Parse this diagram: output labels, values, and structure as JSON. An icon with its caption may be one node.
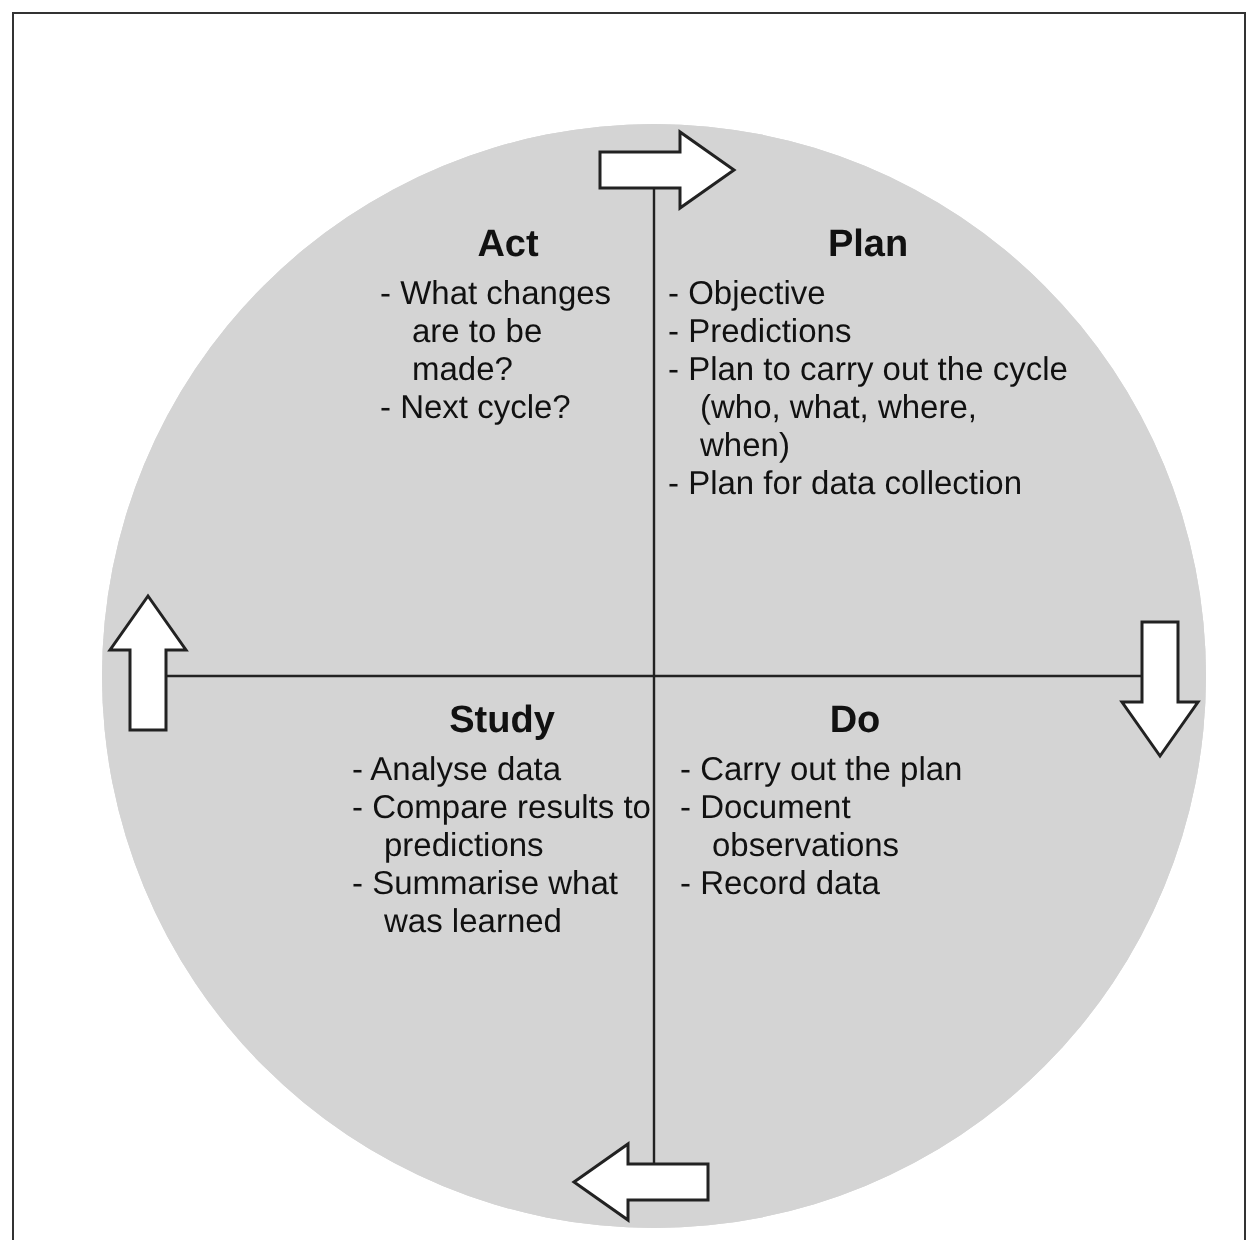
{
  "diagram": {
    "nodes": [
      {
        "text": [],
        "shape": "circle"
      },
      {
        "text": [
          "Act",
          "- What changes are to be made?",
          "- Next cycle?"
        ],
        "in": 0
      },
      {
        "text": [
          "Plan",
          "- Objective",
          "- Predictions",
          "- Plan to carry out the cycle (who, what, where, when)",
          "- Plan for data collection"
        ],
        "in": 0
      },
      {
        "text": [
          "Study",
          "- Analyse data",
          "- Compare results to predictions",
          "- Summarise what was learned"
        ],
        "in": 0
      },
      {
        "text": [
          "Do",
          "- Carry out the plan",
          "- Document observations",
          "- Record data"
        ],
        "in": 0
      }
    ],
    "edges": [
      {
        "from": 1,
        "to": 2,
        "arrow": "to"
      },
      {
        "from": 2,
        "to": 4,
        "arrow": "to"
      },
      {
        "from": 4,
        "to": 3,
        "arrow": "to"
      },
      {
        "from": 3,
        "to": 1,
        "arrow": "to"
      }
    ]
  }
}
